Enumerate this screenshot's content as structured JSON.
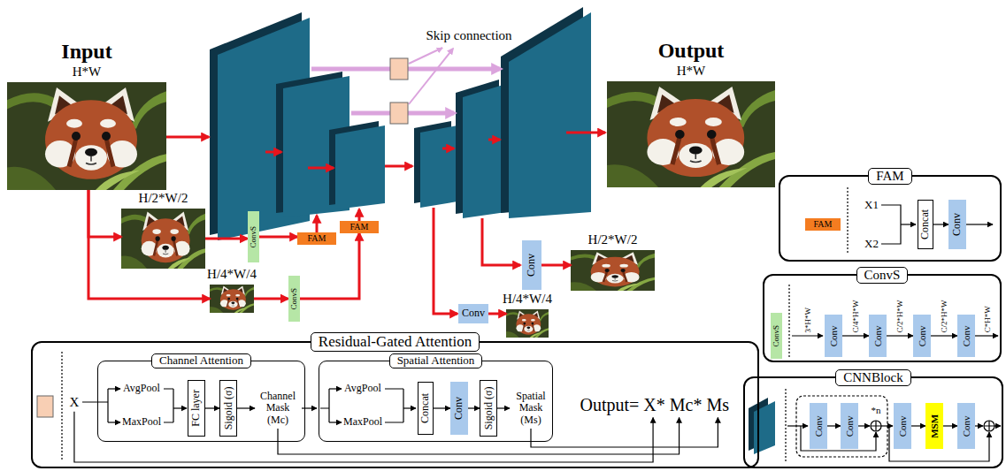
{
  "diagram": {
    "nodes": [
      {
        "text": [
          "Input",
          "H*W"
        ]
      },
      {
        "text": [
          "H/2*W/2"
        ]
      },
      {
        "text": [
          "H/4*W/4"
        ]
      },
      {
        "text": [
          "ConvS"
        ]
      },
      {
        "text": [
          "FAM"
        ]
      },
      {
        "text": [
          "ConvS"
        ]
      },
      {
        "text": [
          "FAM"
        ]
      },
      {
        "text": [
          "Conv"
        ]
      },
      {
        "text": [
          "Conv"
        ]
      },
      {
        "text": [
          "Output",
          "H*W"
        ]
      },
      {
        "text": [
          "H/2*W/2"
        ]
      },
      {
        "text": [
          "H/4*W/4"
        ]
      },
      {
        "text": [
          "Residual-Gated Attention"
        ]
      },
      {
        "text": [
          "Channel Attention"
        ],
        "in": 12
      },
      {
        "text": [
          "FC layer"
        ],
        "in": 13
      },
      {
        "text": [
          "Sigoid (σ)"
        ],
        "in": 13
      },
      {
        "text": [
          "Spatial Attention"
        ],
        "in": 12
      },
      {
        "text": [
          "Concat"
        ],
        "in": 16
      },
      {
        "text": [
          "Conv"
        ],
        "in": 16
      },
      {
        "text": [
          "Sigoid (σ)"
        ],
        "in": 16
      },
      {
        "text": [
          "FAM"
        ]
      },
      {
        "text": [
          "FAM"
        ],
        "in": 20
      },
      {
        "text": [
          "Concat"
        ],
        "in": 20
      },
      {
        "text": [
          "Conv"
        ],
        "in": 20
      },
      {
        "text": [
          "ConvS"
        ]
      },
      {
        "text": [
          "ConvS"
        ],
        "in": 24
      },
      {
        "text": [
          "Conv"
        ],
        "in": 24
      },
      {
        "text": [
          "Conv"
        ],
        "in": 24
      },
      {
        "text": [
          "Conv"
        ],
        "in": 24
      },
      {
        "text": [
          "Conv"
        ],
        "in": 24
      },
      {
        "text": [
          "CNNBlock"
        ]
      },
      {
        "text": [
          "Conv"
        ],
        "in": 30
      },
      {
        "text": [
          "Conv"
        ],
        "in": 30
      },
      {
        "text": [
          "Conv"
        ],
        "in": 30
      },
      {
        "text": [
          "MSM"
        ],
        "in": 30
      },
      {
        "text": [
          "Conv"
        ],
        "in": 30
      }
    ],
    "edges": [
      {
        "from": 0,
        "to": 1,
        "arrow": "to"
      },
      {
        "from": 0,
        "to": 2,
        "arrow": "to"
      },
      {
        "from": 1,
        "to": 3,
        "arrow": "to"
      },
      {
        "from": 3,
        "to": 4,
        "arrow": "to"
      },
      {
        "from": 2,
        "to": 5,
        "arrow": "to"
      },
      {
        "from": 5,
        "to": 6,
        "arrow": "to"
      },
      {
        "from": 7,
        "to": 10,
        "arrow": "to"
      },
      {
        "from": 8,
        "to": 11,
        "arrow": "to"
      },
      {
        "from": 14,
        "to": 15,
        "arrow": "to"
      },
      {
        "from": 17,
        "to": 18,
        "arrow": "to"
      },
      {
        "from": 18,
        "to": 19,
        "arrow": "to"
      },
      {
        "from": 22,
        "to": 23,
        "arrow": "to"
      },
      {
        "from": 26,
        "to": 27,
        "label": "C/4*H*W",
        "arrow": "to"
      },
      {
        "from": 27,
        "to": 28,
        "label": "C/2*H*W",
        "arrow": "to"
      },
      {
        "from": 28,
        "to": 29,
        "label": "C/2*H*W",
        "arrow": "to"
      },
      {
        "from": 31,
        "to": 32,
        "arrow": "to"
      },
      {
        "from": 33,
        "to": 34,
        "arrow": "to"
      },
      {
        "from": 34,
        "to": 35,
        "arrow": "to"
      }
    ],
    "labels": [
      "Skip connection",
      "X",
      "AvgPool",
      "MaxPool",
      "Channel Mask (Mc)",
      "AvgPool",
      "MaxPool",
      "Spatial Mask (Ms)",
      "Output= X* Mc* Ms",
      "X1",
      "X2",
      "3*H*W",
      "C*H*W",
      "*n"
    ]
  }
}
